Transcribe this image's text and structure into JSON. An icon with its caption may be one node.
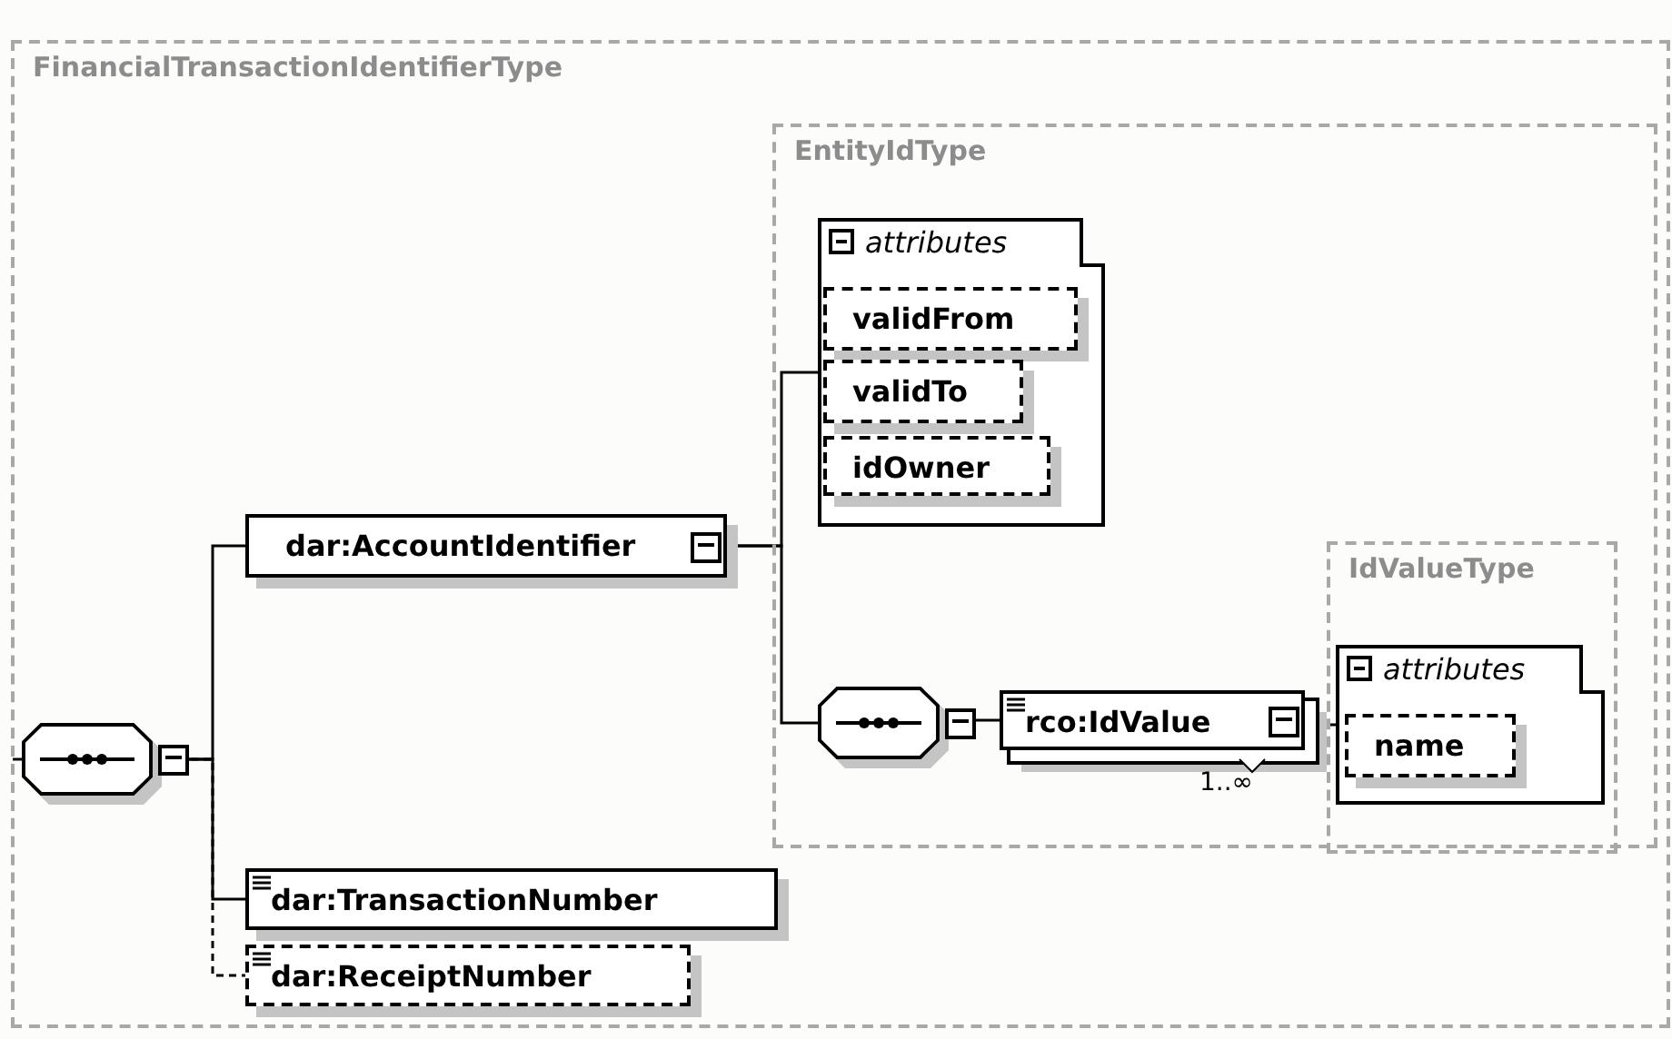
{
  "diagram": {
    "nodes": [
      {
        "text": [
          "FinancialTransactionIdentifierType"
        ]
      },
      {
        "text": [],
        "shape": "octagon",
        "in": 0
      },
      {
        "text": [
          "dar:AccountIdentifier"
        ],
        "in": 0
      },
      {
        "text": [
          "EntityIdType"
        ],
        "in": 0
      },
      {
        "text": [
          "attributes"
        ],
        "in": 3
      },
      {
        "text": [
          "validFrom"
        ],
        "in": 4
      },
      {
        "text": [
          "validTo"
        ],
        "in": 4
      },
      {
        "text": [
          "idOwner"
        ],
        "in": 4
      },
      {
        "text": [],
        "shape": "octagon",
        "in": 3
      },
      {
        "text": [
          "rco:IdValue"
        ],
        "beside": [
          "1..∞"
        ],
        "in": 3
      },
      {
        "text": [
          "IdValueType"
        ],
        "in": 3
      },
      {
        "text": [
          "attributes"
        ],
        "in": 10
      },
      {
        "text": [
          "name"
        ],
        "in": 11
      },
      {
        "text": [
          "dar:TransactionNumber"
        ],
        "in": 0
      },
      {
        "text": [
          "dar:ReceiptNumber"
        ],
        "in": 0
      }
    ],
    "edges": [
      {
        "from": null,
        "to": 1,
        "arrow": "none"
      },
      {
        "from": 1,
        "to": 2,
        "arrow": "none"
      },
      {
        "from": 1,
        "to": 13,
        "arrow": "none"
      },
      {
        "from": 1,
        "to": 14,
        "arrow": "none",
        "style": "dashed"
      },
      {
        "from": 2,
        "to": 4,
        "arrow": "none"
      },
      {
        "from": 2,
        "to": 8,
        "arrow": "none"
      },
      {
        "from": 8,
        "to": 9,
        "arrow": "none"
      },
      {
        "from": 9,
        "to": 11,
        "arrow": "none"
      }
    ]
  }
}
